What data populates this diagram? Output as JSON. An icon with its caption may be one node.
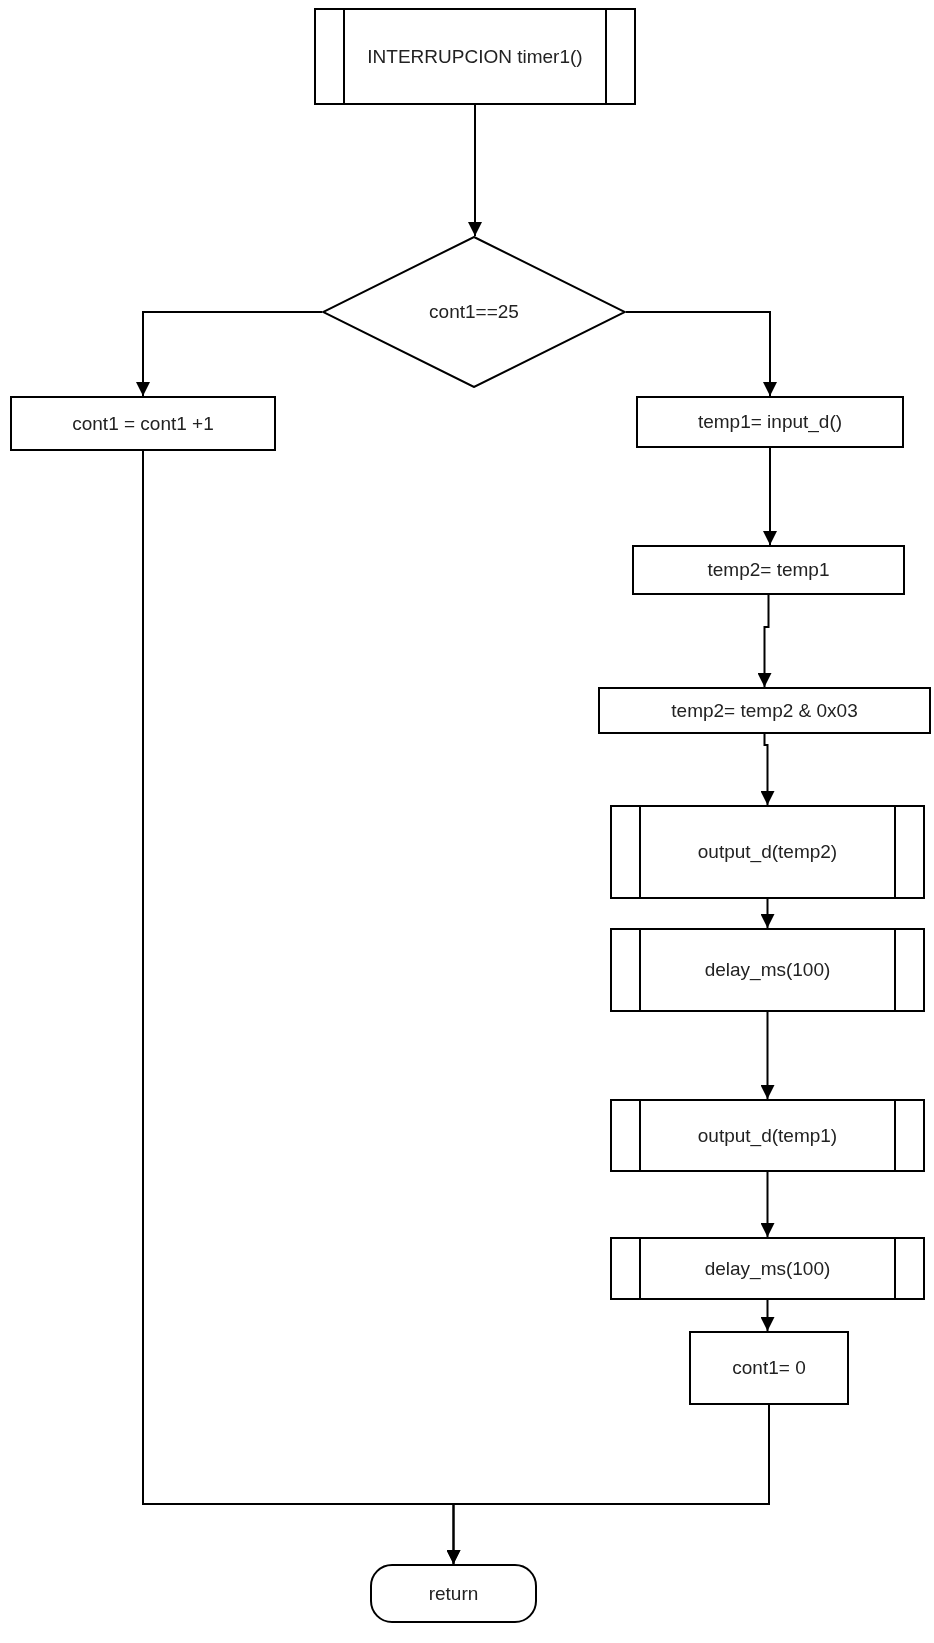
{
  "diagram": {
    "nodes": [
      {
        "text": [
          "INTERRUPCION timer1()"
        ]
      },
      {
        "text": [
          "cont1==25"
        ]
      },
      {
        "text": [
          "cont1 = cont1 +1"
        ]
      },
      {
        "text": [
          "temp1= input_d()"
        ]
      },
      {
        "text": [
          "temp2= temp1"
        ]
      },
      {
        "text": [
          "temp2= temp2 & 0x03"
        ]
      },
      {
        "text": [
          "output_d(temp2)"
        ]
      },
      {
        "text": [
          "delay_ms(100)"
        ]
      },
      {
        "text": [
          "output_d(temp1)"
        ]
      },
      {
        "text": [
          "delay_ms(100)"
        ]
      },
      {
        "text": [
          "cont1= 0"
        ]
      },
      {
        "text": [
          "return"
        ]
      }
    ],
    "edges": [
      {
        "from": 0,
        "to": 1,
        "arrow": "to"
      },
      {
        "from": 1,
        "to": 2,
        "arrow": "to"
      },
      {
        "from": 1,
        "to": 3,
        "arrow": "to"
      },
      {
        "from": 3,
        "to": 4,
        "arrow": "to"
      },
      {
        "from": 4,
        "to": 5,
        "arrow": "to"
      },
      {
        "from": 5,
        "to": 6,
        "arrow": "to"
      },
      {
        "from": 6,
        "to": 7,
        "arrow": "to"
      },
      {
        "from": 7,
        "to": 8,
        "arrow": "to"
      },
      {
        "from": 8,
        "to": 9,
        "arrow": "to"
      },
      {
        "from": 9,
        "to": 10,
        "arrow": "to"
      },
      {
        "from": 2,
        "to": 11,
        "arrow": "to"
      },
      {
        "from": 10,
        "to": 11,
        "arrow": "to"
      }
    ]
  }
}
